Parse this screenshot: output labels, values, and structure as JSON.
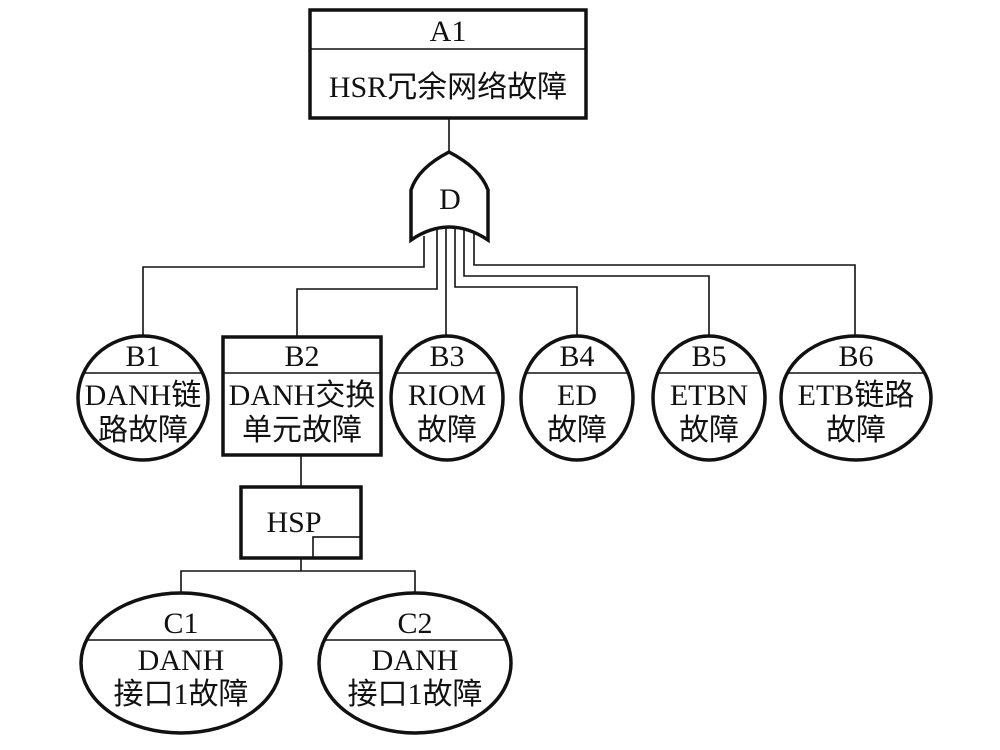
{
  "diagram": {
    "type": "fault-tree",
    "top_event": {
      "id": "A1",
      "label": "HSR冗余网络故障"
    },
    "gate": {
      "label": "D",
      "kind": "OR"
    },
    "events": [
      {
        "id": "B1",
        "line1": "DANH链",
        "line2": "路故障",
        "shape": "circle"
      },
      {
        "id": "B2",
        "line1": "DANH交换",
        "line2": "单元故障",
        "shape": "rectangle"
      },
      {
        "id": "B3",
        "line1": "RIOM",
        "line2": "故障",
        "shape": "circle"
      },
      {
        "id": "B4",
        "line1": "ED",
        "line2": "故障",
        "shape": "circle"
      },
      {
        "id": "B5",
        "line1": "ETBN",
        "line2": "故障",
        "shape": "circle"
      },
      {
        "id": "B6",
        "line1": "ETB链路",
        "line2": "故障",
        "shape": "circle"
      }
    ],
    "hsp_gate": {
      "label": "HSP"
    },
    "sub_events": [
      {
        "id": "C1",
        "line1": "DANH",
        "line2": "接口1故障"
      },
      {
        "id": "C2",
        "line1": "DANH",
        "line2": "接口1故障"
      }
    ]
  }
}
